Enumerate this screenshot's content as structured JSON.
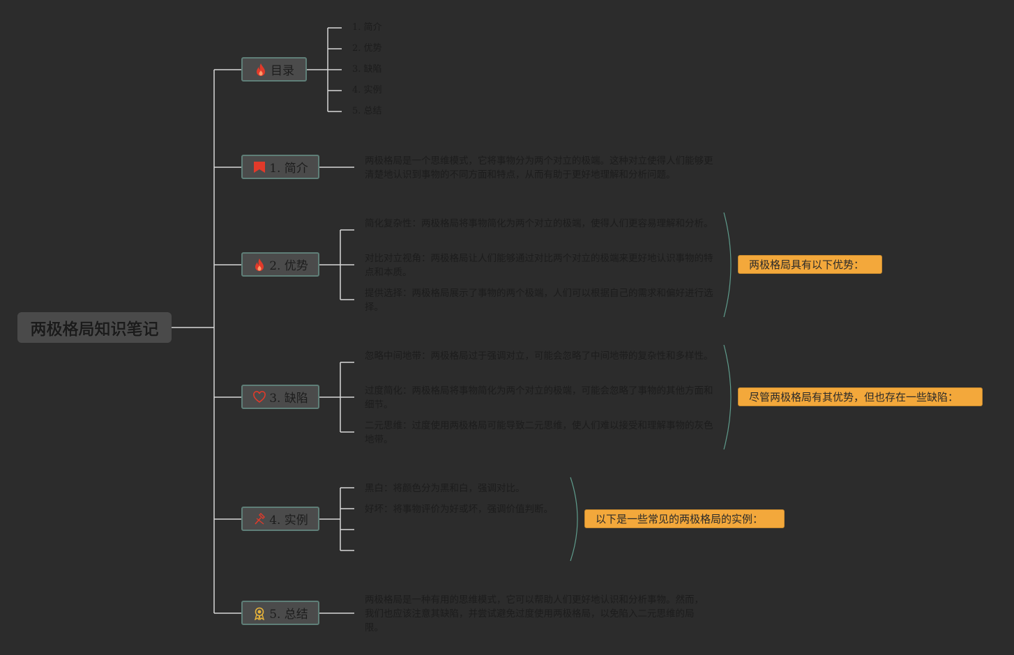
{
  "root": {
    "title": "两极格局知识笔记"
  },
  "toc": {
    "label": "目录",
    "icon": "fire-icon",
    "items": [
      "1. 简介",
      "2. 优势",
      "3. 缺陷",
      "4. 实例",
      "5. 总结"
    ]
  },
  "intro": {
    "label": "1. 简介",
    "icon": "flag-icon",
    "text": "两极格局是一个思维模式，它将事物分为两个对立的极端。这种对立使得人们能够更清楚地认识到事物的不同方面和特点，从而有助于更好地理解和分析问题。"
  },
  "advantages": {
    "label": "2. 优势",
    "icon": "fire-icon",
    "items": [
      "简化复杂性：两极格局将事物简化为两个对立的极端，使得人们更容易理解和分析。",
      "对比对立视角：两极格局让人们能够通过对比两个对立的极端来更好地认识事物的特点和本质。",
      "提供选择：两极格局展示了事物的两个极端，人们可以根据自己的需求和偏好进行选择。"
    ],
    "summary": "两极格局具有以下优势："
  },
  "defects": {
    "label": "3. 缺陷",
    "icon": "heart-icon",
    "items": [
      "忽略中间地带：两极格局过于强调对立，可能会忽略了中间地带的复杂性和多样性。",
      "过度简化：两极格局将事物简化为两个对立的极端，可能会忽略了事物的其他方面和细节。",
      "二元思维：过度使用两极格局可能导致二元思维，使人们难以接受和理解事物的灰色地带。"
    ],
    "summary": "尽管两极格局有其优势，但也存在一些缺陷："
  },
  "examples": {
    "label": "4. 实例",
    "icon": "hammer-icon",
    "items": [
      "黑白：将颜色分为黑和白，强调对比。",
      "好坏：将事物评价为好或坏，强调价值判断。",
      "",
      ""
    ],
    "summary": "以下是一些常见的两极格局的实例："
  },
  "conclusion": {
    "label": "5. 总结",
    "icon": "award-icon",
    "text": "两极格局是一种有用的思维模式，它可以帮助人们更好地认识和分析事物。然而，我们也应该注意其缺陷，并尝试避免过度使用两极格局，以免陷入二元思维的局限。"
  },
  "colors": {
    "background": "#2c2c2c",
    "connector": "#d8d8d8",
    "node_fill": "#4b4b4b",
    "node_border": "#5f7f78",
    "summary_fill": "#f3a83b",
    "brace": "#5f9c8c",
    "icon_red": "#e23a2a",
    "icon_gold": "#e7b33a"
  }
}
